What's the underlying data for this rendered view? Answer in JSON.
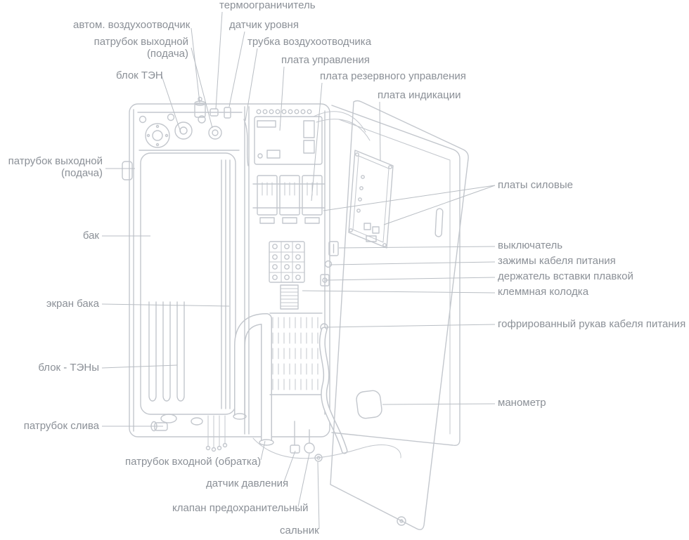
{
  "labels": {
    "thermal_limiter": "термоограничитель",
    "auto_air_vent": "автом. воздухоотводчик",
    "level_sensor": "датчик уровня",
    "outlet_pipe_supply_top": "патрубок выходной\n(подача)",
    "air_vent_tube": "трубка воздухоотводчика",
    "control_board": "плата управления",
    "heater_block": "блок ТЭН",
    "backup_control_board": "плата резервного управления",
    "indication_board": "плата индикации",
    "outlet_pipe_supply_left": "патрубок выходной\n(подача)",
    "tank": "бак",
    "tank_screen": "экран бака",
    "heater_elements": "блок - ТЭНы",
    "drain_pipe": "патрубок слива",
    "power_boards": "платы силовые",
    "switch": "выключатель",
    "power_cable_clamps": "зажимы кабеля питания",
    "fuse_holder": "держатель вставки плавкой",
    "terminal_block": "клеммная колодка",
    "corrugated_sleeve": "гофрированный рукав кабеля питания",
    "pressure_gauge": "манометр",
    "inlet_pipe_return": "патрубок входной (обратка)",
    "pressure_sensor": "датчик давления",
    "safety_valve": "клапан предохранительный",
    "gland": "сальник"
  },
  "colors": {
    "label_text": "#8b9097",
    "line": "#c3c7cd",
    "leader": "#b9bec4",
    "background": "#ffffff"
  }
}
